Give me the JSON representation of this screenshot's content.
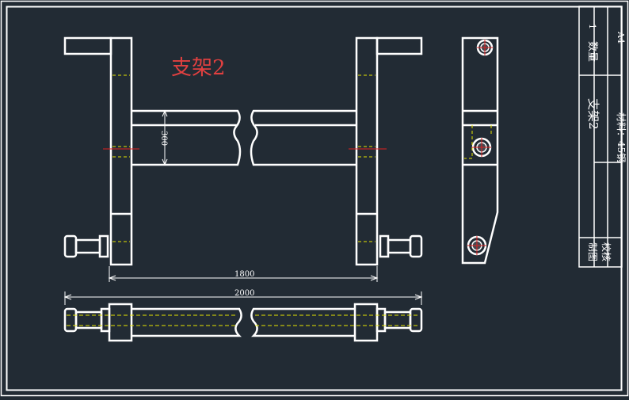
{
  "drawing": {
    "title": "支架2",
    "dimensions": {
      "bar_height": "300",
      "inner_span": "1800",
      "overall_length": "2000"
    }
  },
  "title_block": {
    "quantity_label": "数量",
    "quantity_value": "1",
    "paper_size": "A4",
    "part_name": "支架2",
    "material": "材料：45钢",
    "drawn_by_label": "制图",
    "checked_by_label": "校核"
  },
  "colors": {
    "background": "#222b34",
    "outline": "#ffffff",
    "hidden_line": "#e6e600",
    "center_line": "#e02020",
    "title_text": "#e04040"
  }
}
